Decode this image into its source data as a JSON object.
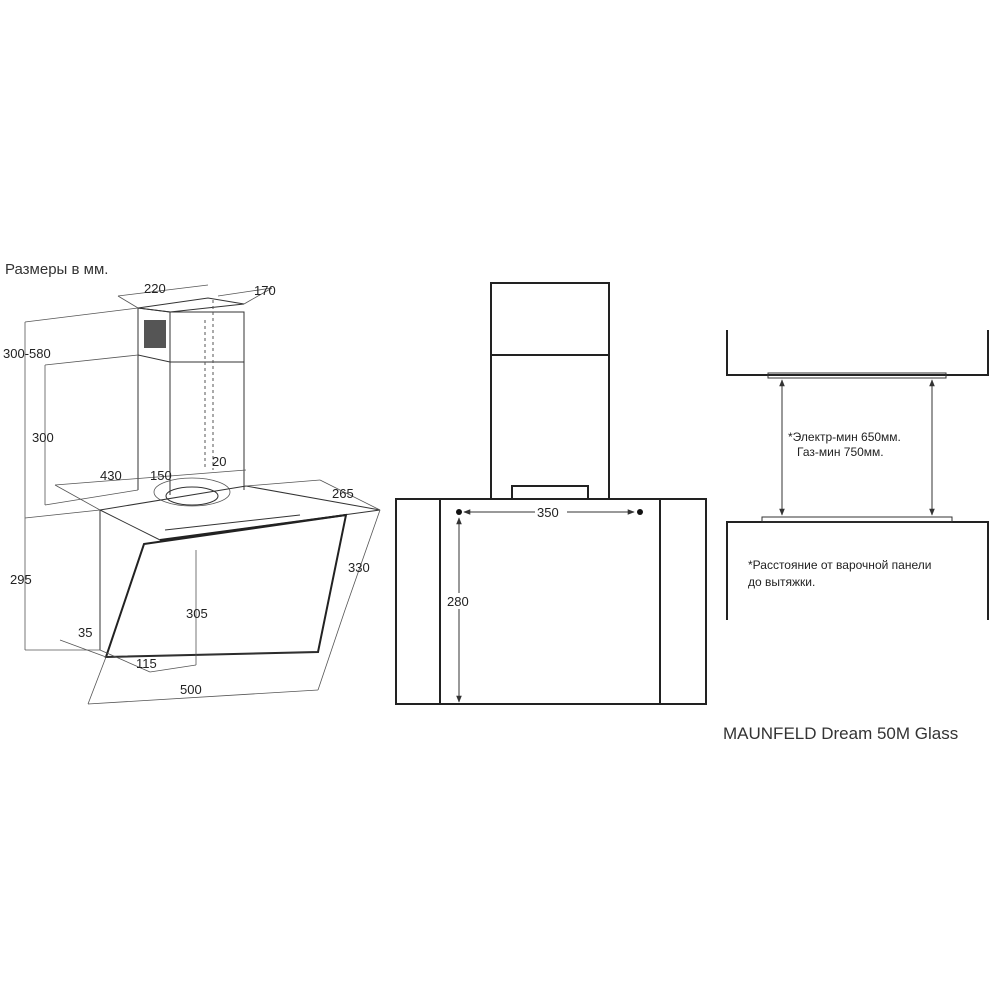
{
  "header": {
    "units": "Размеры в мм."
  },
  "side_view": {
    "dims": {
      "chimney_width": "220",
      "chimney_depth": "170",
      "chimney_range": "300-580",
      "chimney_fixed": "300",
      "body_width_top": "430",
      "duct": "150",
      "offset": "20",
      "depth": "265",
      "body_height": "295",
      "glass_height": "330",
      "inner_height": "305",
      "bottom_edge": "35",
      "front_offset": "115",
      "width": "500"
    }
  },
  "front_view": {
    "dims": {
      "hole_spacing": "350",
      "hole_height": "280"
    }
  },
  "install_view": {
    "note_electric": "*Электр-мин 650мм.",
    "note_gas": "Газ-мин 750мм.",
    "note_distance_1": "*Расстояние от варочной панели",
    "note_distance_2": "до вытяжки."
  },
  "product": {
    "model": "MAUNFELD Dream 50M Glass"
  }
}
